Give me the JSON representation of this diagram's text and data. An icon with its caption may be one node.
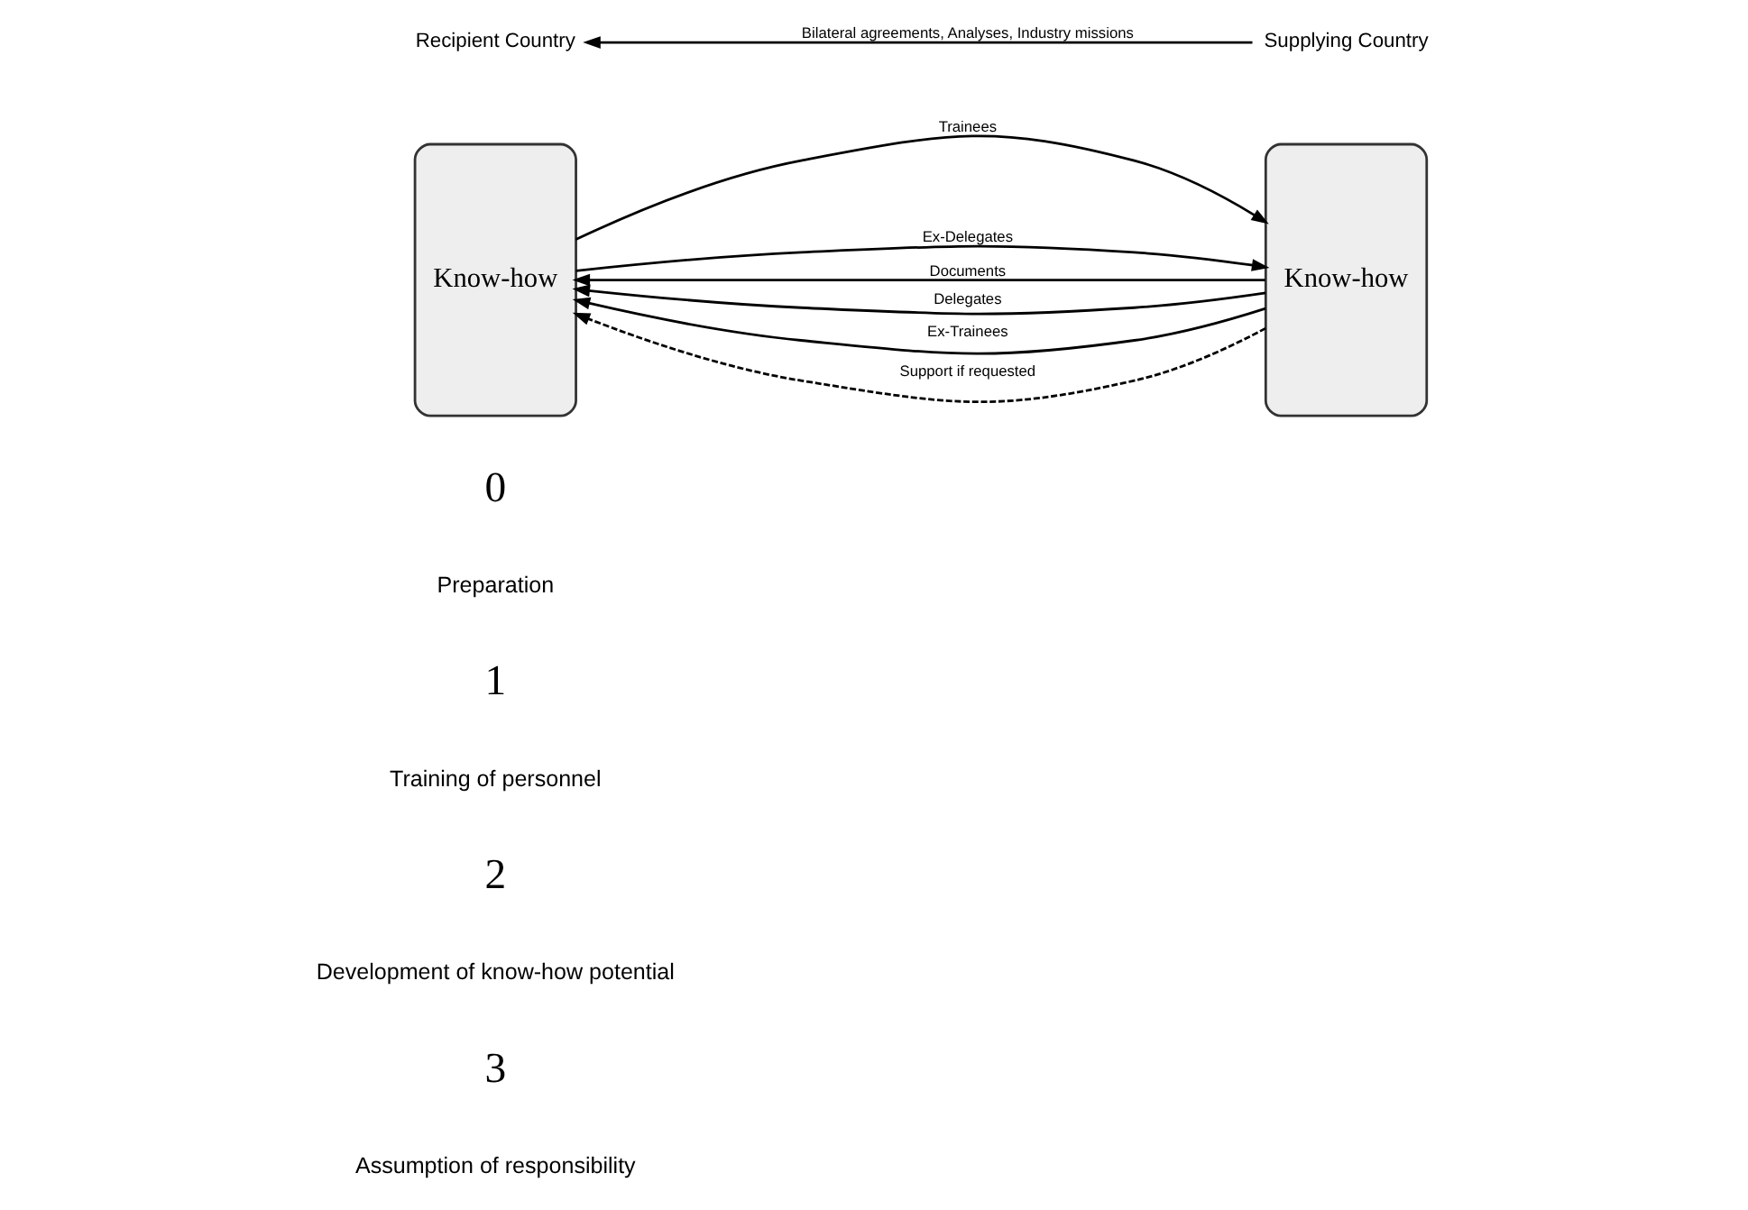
{
  "diagram": {
    "nodes": [
      {
        "text": [
          "Supplying Country"
        ]
      },
      {
        "text": [
          "Recipient Country"
        ]
      },
      {
        "text": [
          "Know-how"
        ]
      },
      {
        "text": [
          "Know-how"
        ]
      }
    ],
    "edges": [
      {
        "from": 0,
        "to": 1,
        "arrow": "to",
        "label": "Bilateral agreements, Analyses, Industry missions"
      },
      {
        "from": 3,
        "to": 2,
        "arrow": "to",
        "label": "Trainees"
      },
      {
        "from": 2,
        "to": 3,
        "arrow": "to",
        "label": "Documents"
      },
      {
        "from": 2,
        "to": 3,
        "arrow": "to",
        "label": "Delegates"
      },
      {
        "from": 2,
        "to": 3,
        "arrow": "to",
        "label": "Ex-Trainees"
      },
      {
        "from": 3,
        "to": 2,
        "arrow": "to",
        "label": "Ex-Delegates"
      },
      {
        "from": 2,
        "to": 3,
        "arrow": "to",
        "label": "Support if requested",
        "style": "dashed"
      }
    ],
    "labels": [
      "0",
      "Preparation",
      "1",
      "Training of personnel",
      "2",
      "Development of know-how potential",
      "3",
      "Assumption of responsibility"
    ]
  }
}
